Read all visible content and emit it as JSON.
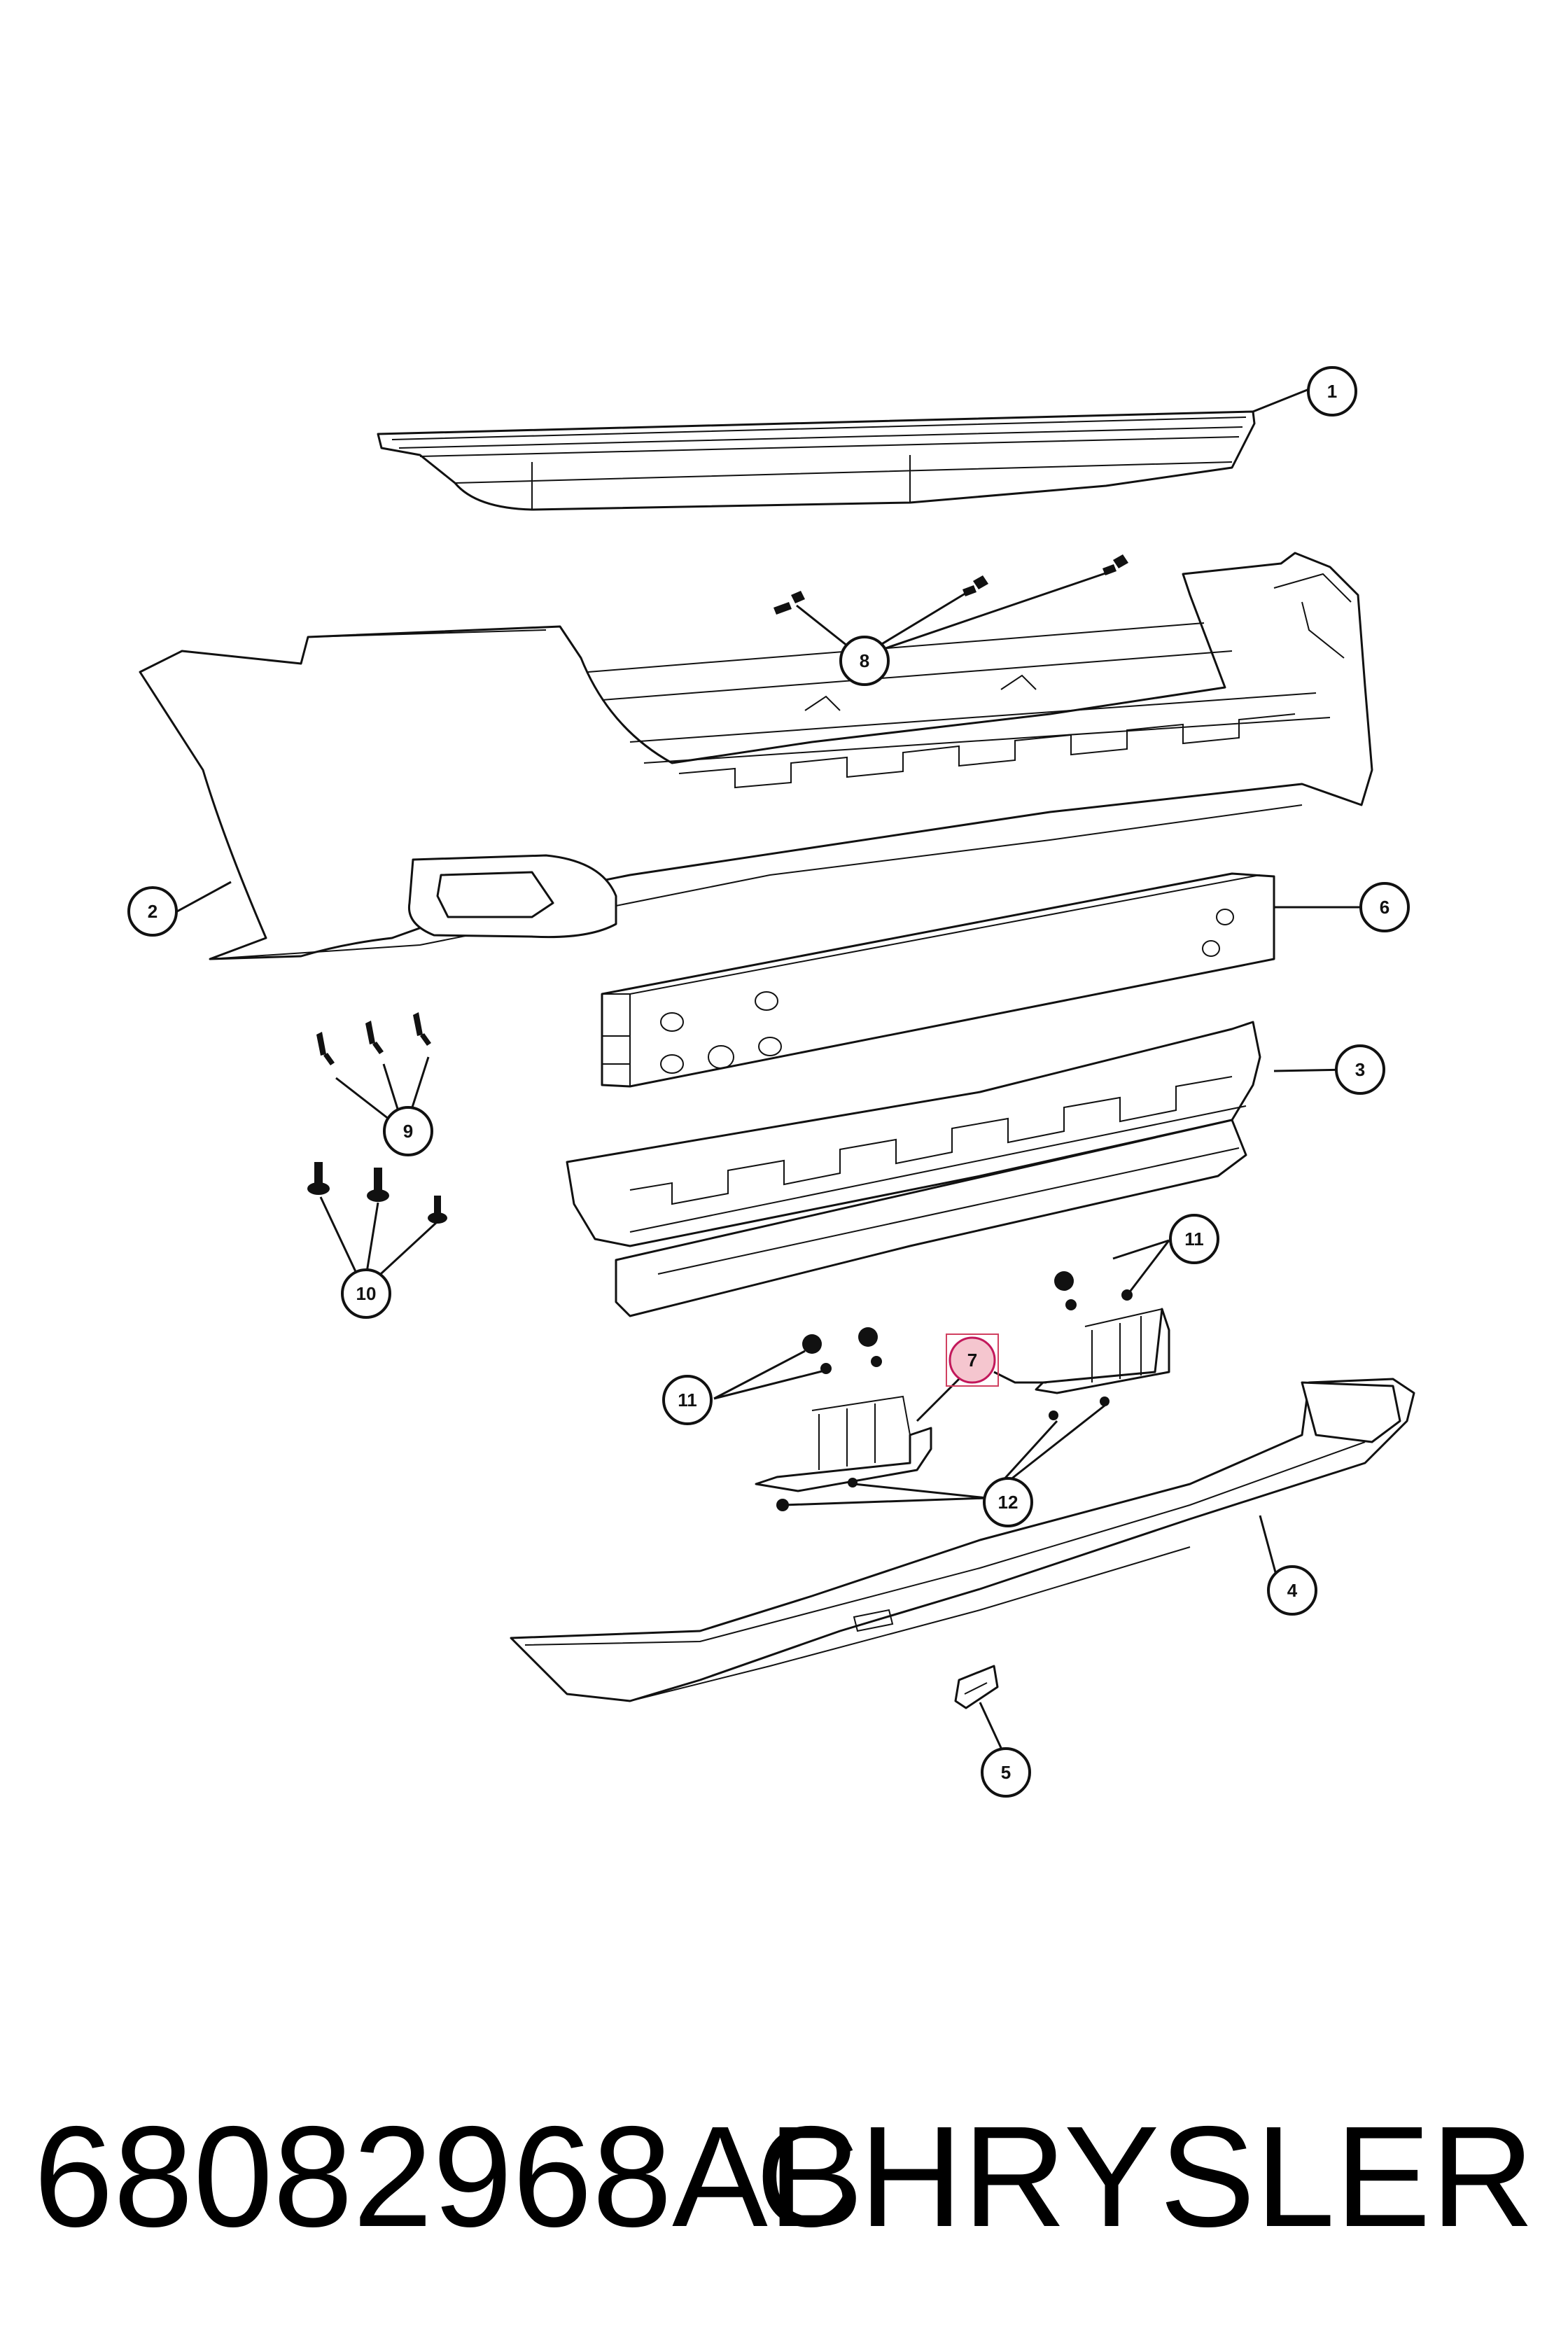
{
  "diagram": {
    "callouts": [
      {
        "label": "1",
        "highlighted": false
      },
      {
        "label": "2",
        "highlighted": false
      },
      {
        "label": "3",
        "highlighted": false
      },
      {
        "label": "4",
        "highlighted": false
      },
      {
        "label": "5",
        "highlighted": false
      },
      {
        "label": "6",
        "highlighted": false
      },
      {
        "label": "7",
        "highlighted": true
      },
      {
        "label": "8",
        "highlighted": false
      },
      {
        "label": "9",
        "highlighted": false
      },
      {
        "label": "10",
        "highlighted": false
      },
      {
        "label": "11",
        "highlighted": false
      },
      {
        "label": "11",
        "highlighted": false
      },
      {
        "label": "12",
        "highlighted": false
      }
    ],
    "highlight_color": "#f5c6cf"
  },
  "footer": {
    "part_number": "68082968AB",
    "brand": "CHRYSLER"
  }
}
